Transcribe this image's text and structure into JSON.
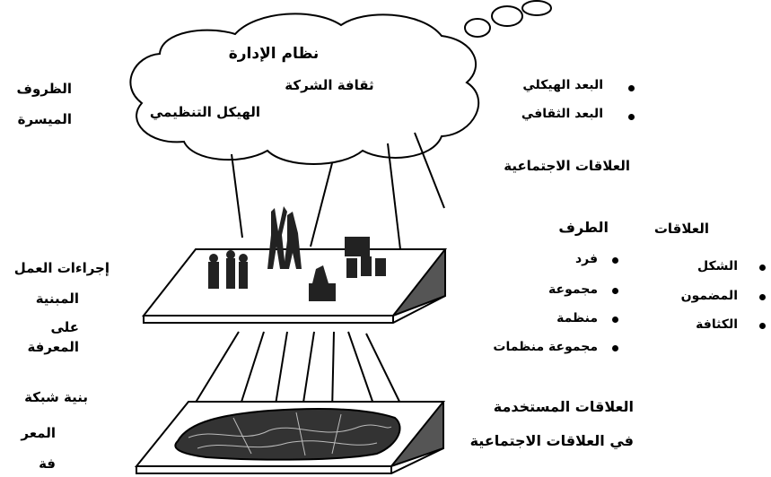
{
  "cloud": {
    "top": "نظام الإدارة",
    "middle": "ثقافة الشركة",
    "bottom": "الهيكل التنظيمي"
  },
  "left_labels": {
    "conditions": [
      "الظروف",
      "الميسرة"
    ],
    "work_procedures": [
      "إجراءات العمل",
      "المبنية",
      "على",
      "المعرفة"
    ],
    "network_structure": [
      "بنية شبكة",
      "المعر",
      "فة"
    ]
  },
  "dimensions": {
    "items": [
      "البعد الهيكلي",
      "البعد الثقافي"
    ],
    "title": "العلاقات الاجتماعية"
  },
  "parties": {
    "title": "الطرف",
    "items": [
      "فرد",
      "مجموعة",
      "منظمة",
      "مجموعة منظمات"
    ]
  },
  "relations": {
    "title": "العلاقات",
    "items": [
      "الشكل",
      "المضمون",
      "الكثافة"
    ]
  },
  "bottom_right": [
    "العلاقات المستخدمة",
    "في العلاقات الاجتماعية"
  ]
}
